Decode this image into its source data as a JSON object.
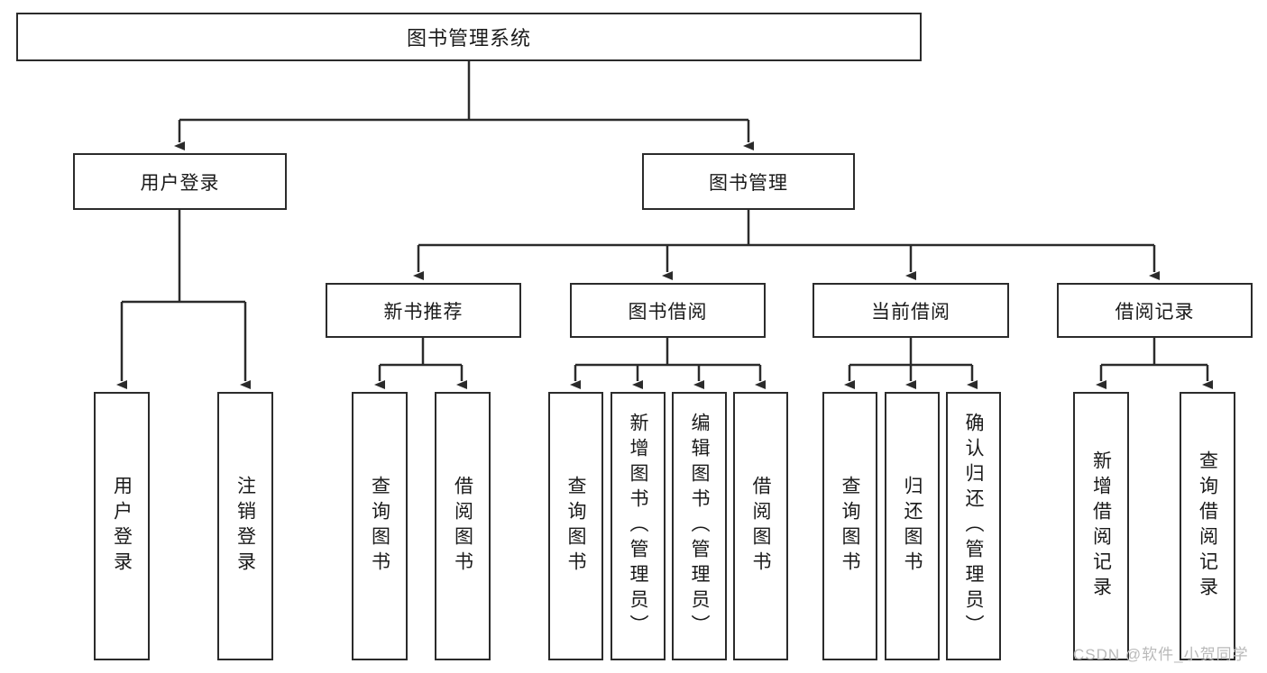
{
  "diagram": {
    "title": "图书管理系统",
    "type": "tree",
    "watermark": "CSDN @软件_小贺同学",
    "colors": {
      "stroke": "#2b2b2b",
      "fill": "#ffffff",
      "text": "#1a1a1a",
      "watermark": "#b9b9b9"
    },
    "levels": {
      "root": {
        "label": "图书管理系统"
      },
      "level2": [
        {
          "label": "用户登录"
        },
        {
          "label": "图书管理"
        }
      ],
      "level3": [
        {
          "label": "新书推荐"
        },
        {
          "label": "图书借阅"
        },
        {
          "label": "当前借阅"
        },
        {
          "label": "借阅记录"
        }
      ]
    },
    "leaves": {
      "user_login": [
        {
          "label": "用户登录"
        },
        {
          "label": "注销登录"
        }
      ],
      "new_book_recommend": [
        {
          "label": "查询图书"
        },
        {
          "label": "借阅图书"
        }
      ],
      "book_borrow": [
        {
          "label": "查询图书"
        },
        {
          "label": "新增图书（管理员）"
        },
        {
          "label": "编辑图书（管理员）"
        },
        {
          "label": "借阅图书"
        }
      ],
      "current_borrow": [
        {
          "label": "查询图书"
        },
        {
          "label": "归还图书"
        },
        {
          "label": "确认归还（管理员）"
        }
      ],
      "borrow_record": [
        {
          "label": "新增借阅记录"
        },
        {
          "label": "查询借阅记录"
        }
      ]
    }
  }
}
